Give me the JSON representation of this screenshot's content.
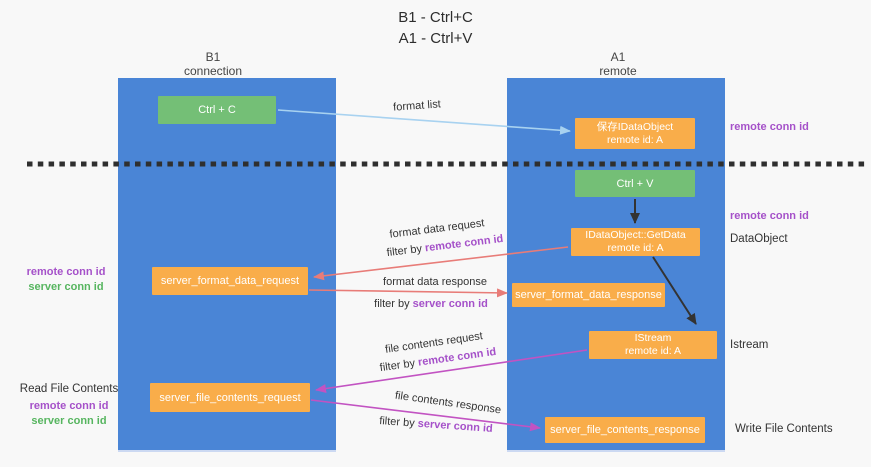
{
  "title": {
    "line1": "B1 - Ctrl+C",
    "line2": "A1 - Ctrl+V"
  },
  "columns": {
    "left": {
      "name": "B1",
      "role": "connection"
    },
    "right": {
      "name": "A1",
      "role": "remote"
    }
  },
  "boxes": {
    "ctrl_c": {
      "label": "Ctrl + C"
    },
    "saved_dataobject": {
      "line1": "保存IDataObject",
      "line2": "remote id: A"
    },
    "ctrl_v": {
      "label": "Ctrl + V"
    },
    "getdata": {
      "line1": "IDataObject::GetData",
      "line2": "remote id: A"
    },
    "format_request": {
      "label": "server_format_data_request"
    },
    "format_response": {
      "label": "server_format_data_response"
    },
    "istream": {
      "line1": "IStream",
      "line2": "remote id: A"
    },
    "file_request": {
      "label": "server_file_contents_request"
    },
    "file_response": {
      "label": "server_file_contents_response"
    }
  },
  "arrow_labels": {
    "format_list": "format list",
    "format_data_request": "format data request",
    "format_data_response": "format data response",
    "file_contents_request": "file contents request",
    "file_contents_response": "file contents response",
    "filter_by": "filter by ",
    "remote_conn_id": "remote conn id",
    "server_conn_id": "server conn id"
  },
  "side_labels": {
    "remote_conn_id": "remote conn id",
    "server_conn_id": "server conn id",
    "dataobject": "DataObject",
    "istream": "Istream",
    "read_file_contents": "Read File Contents",
    "write_file_contents": "Write File Contents"
  },
  "colors": {
    "lifeline_blue": "#4a85d6",
    "node_green": "#74bf76",
    "node_orange": "#f9ad4a",
    "arrow_light_blue": "#a8d2f0",
    "arrow_black": "#333333",
    "arrow_red": "#e87c78",
    "arrow_magenta": "#c253c2",
    "label_purple": "#a551c9",
    "label_green": "#56b55f",
    "dashed_line": "#2f2f2f",
    "background": "#f8f8f8"
  }
}
